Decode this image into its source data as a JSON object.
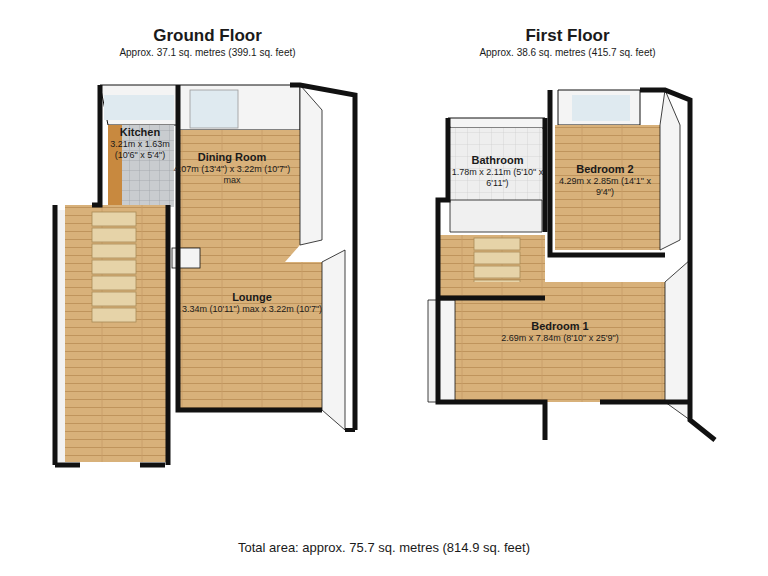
{
  "diagram": {
    "caption": "Total area: approx. 75.7 sq. metres (814.9 sq. feet)",
    "nodes": [
      {
        "text": [
          "Ground Floor",
          "Approx. 37.1 sq. metres (399.1 sq. feet)"
        ]
      },
      {
        "text": [
          "Kitchen",
          "3.21m x 1.63m (10'6\" x 5'4\")"
        ],
        "in": 0
      },
      {
        "text": [
          "Dining Room",
          "4.07m (13'4\") x 3.22m (10'7\") max"
        ],
        "in": 0
      },
      {
        "text": [
          "Lounge",
          "3.34m (10'11\") max x 3.22m (10'7\")"
        ],
        "in": 0
      },
      {
        "text": [
          "First Floor",
          "Approx. 38.6 sq. metres (415.7 sq. feet)"
        ]
      },
      {
        "text": [
          "Bathroom",
          "1.78m x 2.11m (5'10\" x 6'11\")"
        ],
        "in": 4
      },
      {
        "text": [
          "Bedroom 2",
          "4.29m x 2.85m (14'1\" x 9'4\")"
        ],
        "in": 4
      },
      {
        "text": [
          "Bedroom 1",
          "2.69m x 7.84m (8'10\" x 25'9\")"
        ],
        "in": 4
      }
    ]
  }
}
